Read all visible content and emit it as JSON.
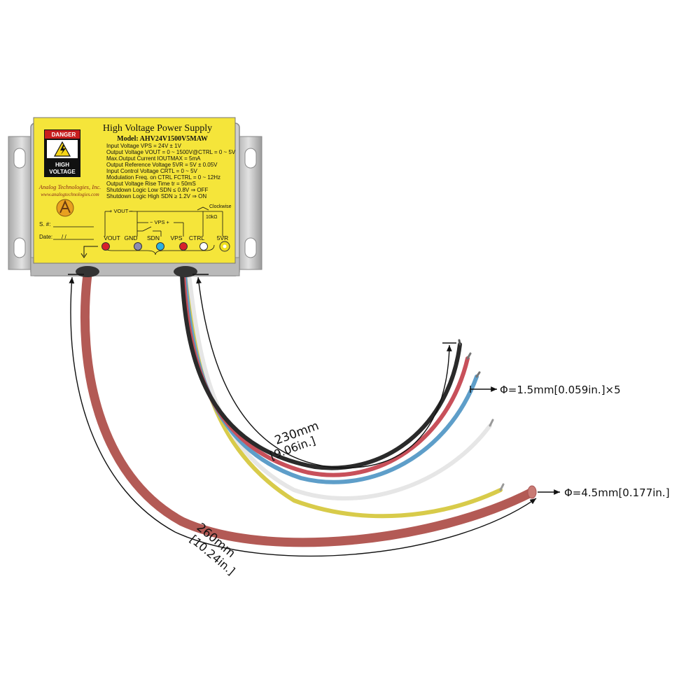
{
  "label": {
    "title": "High Voltage Power Supply",
    "model": "Model: AHV24V1500V5MAW",
    "specs": [
      "Input Voltage VPS = 24V ± 1V",
      "Output Voltage VOUT = 0 ~ 1500V@CTRL = 0 ~ 5V",
      "Max.Output Current IOUTMAX = 5mA",
      "Output Reference Voltage 5VR = 5V ± 0.05V",
      "Input Control Voltage CRTL = 0 ~ 5V",
      "Modulation Freq. on CTRL FCTRL = 0 ~ 12Hz",
      "Output Voltage Rise Time tr = 50mS",
      "Shutdown Logic Low SDN ≤ 0.8V ⇒ OFF",
      "Shutdown Logic High SDN ≥ 1.2V ⇒ ON"
    ],
    "danger": "DANGER",
    "high": "HIGH",
    "voltage": "VOLTAGE",
    "company": "Analog Technologies, Inc.",
    "website": "www.analogtechnologies.com",
    "serial": "S. #:",
    "date": "Date:",
    "date_slashes": "/        /",
    "vout_bracket": "+ VOUT −",
    "vps_bracket": "−  VPS  +",
    "clockwise": "Clockwise",
    "pot": "10kΩ",
    "pins": [
      "VOUT",
      "GND",
      "SDN",
      "VPS",
      "CTRL",
      "5VR"
    ]
  },
  "colors": {
    "label_bg": "#f5e53a",
    "housing": "#c9c9c9",
    "hv_cable": "#b35a55",
    "wire_black": "#2a2a2a",
    "wire_red": "#c8505a",
    "wire_blue": "#5e9ec9",
    "wire_white": "#e6e6e6",
    "wire_yellow": "#d8cb4a",
    "pin_red": "#d8202a",
    "pin_gray": "#8c8cb0",
    "pin_cyan": "#2ab0e0",
    "pin_white": "#ffffff",
    "pin_yellow": "#f0e020"
  },
  "dimensions": {
    "thin_length_mm": "230mm",
    "thin_length_in": "[9.06in.]",
    "thick_length_mm": "260mm",
    "thick_length_in": "[10.24in.]",
    "thin_diameter": "Φ=1.5mm[0.059in.]×5",
    "thick_diameter": "Φ=4.5mm[0.177in.]"
  }
}
